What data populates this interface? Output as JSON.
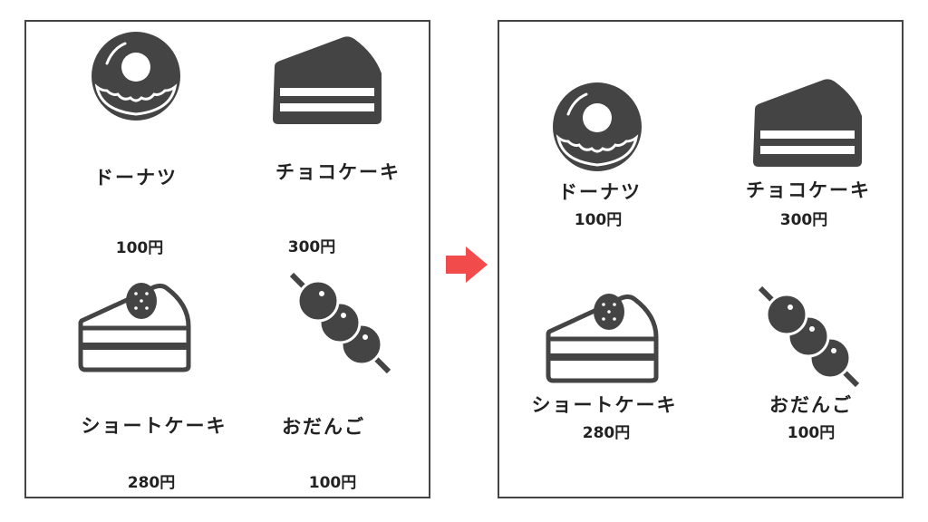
{
  "colors": {
    "icon": "#444444",
    "arrow": "#f24b4b",
    "border": "#444444"
  },
  "items": [
    {
      "name": "ドーナツ",
      "price": "100円",
      "icon": "donut-icon"
    },
    {
      "name": "チョコケーキ",
      "price": "300円",
      "icon": "chocolate-cake-icon"
    },
    {
      "name": "ショートケーキ",
      "price": "280円",
      "icon": "shortcake-icon"
    },
    {
      "name": "おだんご",
      "price": "100円",
      "icon": "dango-icon"
    }
  ]
}
